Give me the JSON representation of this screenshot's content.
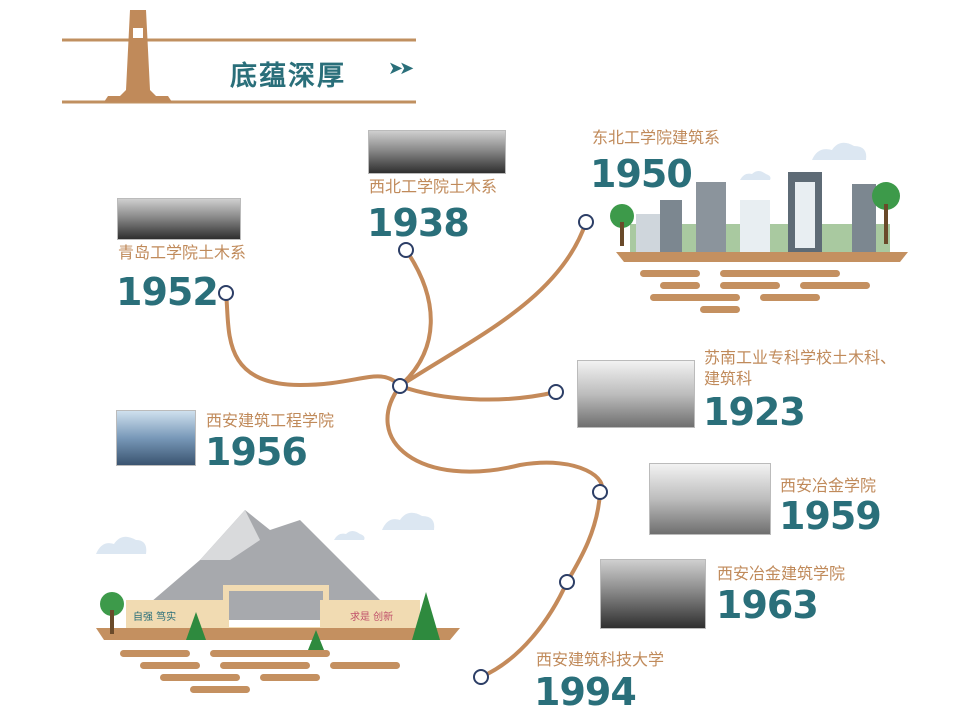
{
  "header": {
    "title": "底蕴深厚",
    "arrows": "➤➤"
  },
  "colors": {
    "accent": "#2a6f7a",
    "label": "#c08a5a",
    "line": "#c48a5a",
    "brown": "#c09060"
  },
  "timeline": [
    {
      "id": "1952",
      "name": "青岛工学院土木系",
      "year": "1952"
    },
    {
      "id": "1938",
      "name": "西北工学院土木系",
      "year": "1938"
    },
    {
      "id": "1950",
      "name": "东北工学院建筑系",
      "year": "1950"
    },
    {
      "id": "1923",
      "name": "苏南工业专科学校土木科、建筑科",
      "year": "1923"
    },
    {
      "id": "1956",
      "name": "西安建筑工程学院",
      "year": "1956"
    },
    {
      "id": "1959",
      "name": "西安冶金学院",
      "year": "1959"
    },
    {
      "id": "1963",
      "name": "西安冶金建筑学院",
      "year": "1963"
    },
    {
      "id": "1994",
      "name": "西安建筑科技大学",
      "year": "1994"
    }
  ],
  "labels_split": {
    "line1_1923": "苏南工业专科学校土木科、",
    "line2_1923": "建筑科"
  },
  "signs": {
    "left_sign": "自强 笃实",
    "right_sign": "求是 创新"
  }
}
